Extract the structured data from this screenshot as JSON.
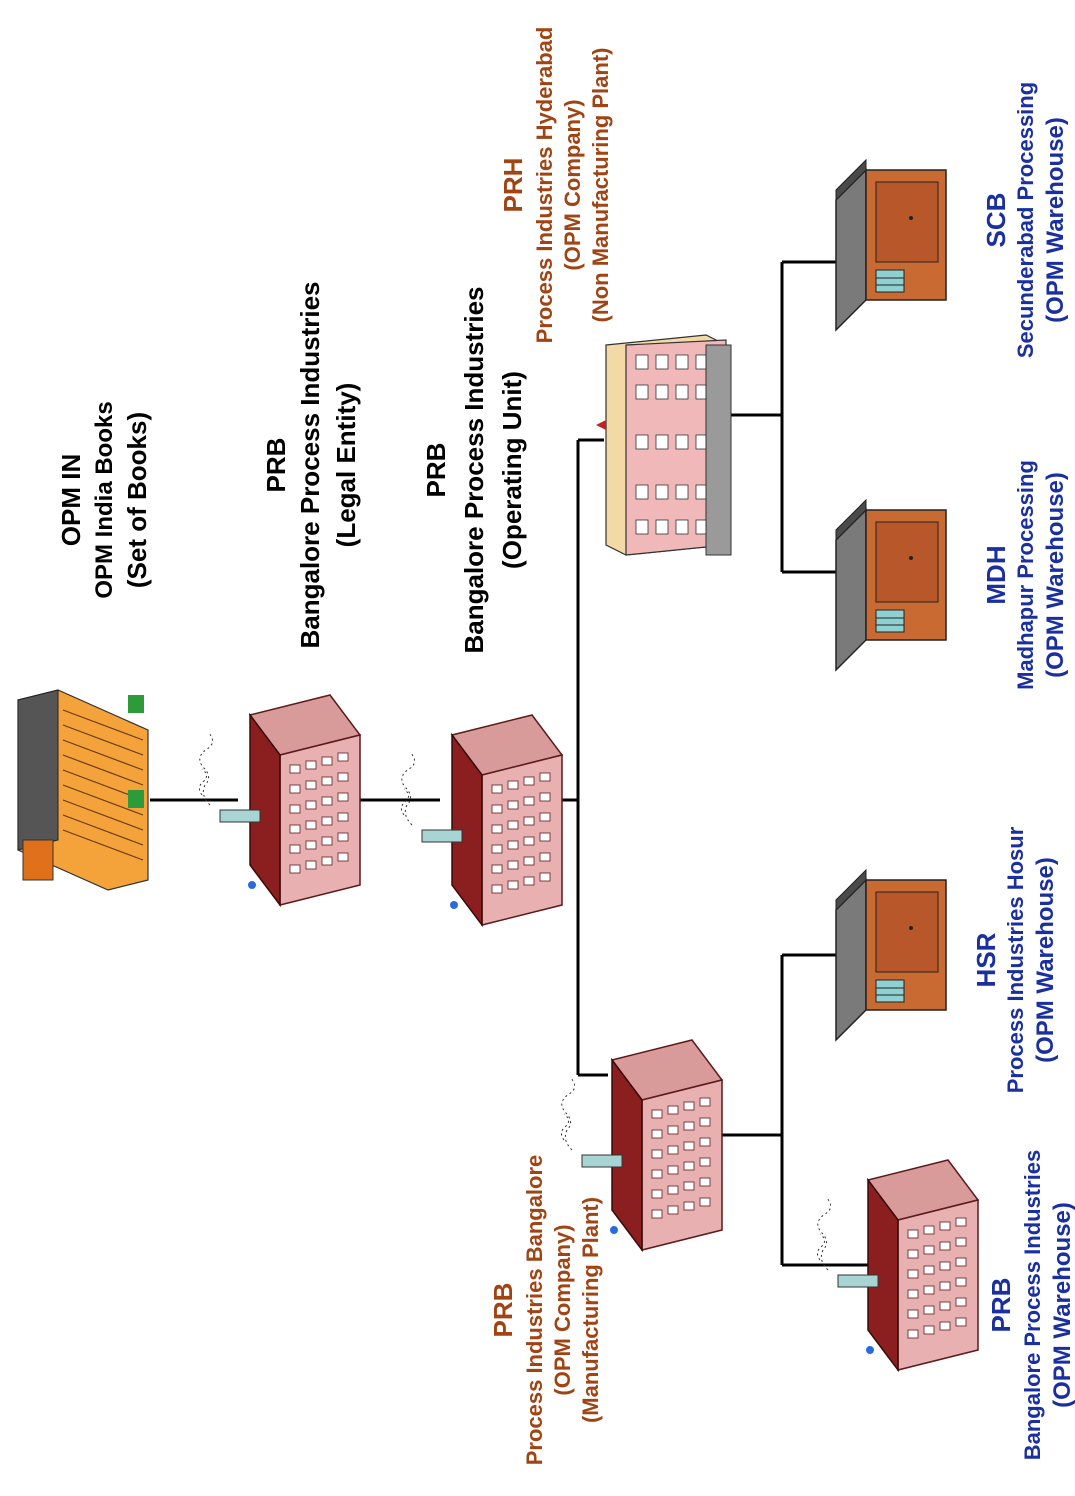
{
  "nodes": {
    "sob": {
      "code": "OPM IN",
      "name": "OPM India Books",
      "type": "(Set of Books)",
      "icon": "office-tower-icon"
    },
    "legal_entity": {
      "code": "PRB",
      "name": "Bangalore Process Industries",
      "type": "(Legal Entity)",
      "icon": "factory-icon"
    },
    "operating_unit": {
      "code": "PRB",
      "name": "Bangalore Process Industries",
      "type": "(Operating Unit)",
      "icon": "factory-icon"
    },
    "prh": {
      "code": "PRH",
      "name": "Process Industries Hyderabad",
      "type": "(OPM Company)",
      "subtype": "(Non Manufacturing Plant)",
      "icon": "office-building-icon"
    },
    "prb_company": {
      "code": "PRB",
      "name": "Process Industries Bangalore",
      "type": "(OPM Company)",
      "subtype": "(Manufacturing Plant)",
      "icon": "factory-icon"
    },
    "prb_wh": {
      "code": "PRB",
      "name": "Bangalore Process Industries",
      "type": "(OPM Warehouse)",
      "icon": "factory-icon"
    },
    "hsr": {
      "code": "HSR",
      "name": "Process Industries Hosur",
      "type": "(OPM Warehouse)",
      "icon": "warehouse-icon"
    },
    "mdh": {
      "code": "MDH",
      "name": "Madhapur Processing",
      "type": "(OPM Warehouse)",
      "icon": "warehouse-icon"
    },
    "scb": {
      "code": "SCB",
      "name": "Secunderabad Processing",
      "type": "(OPM Warehouse)",
      "icon": "warehouse-icon"
    }
  },
  "colors": {
    "black_label": "#000000",
    "company_label": "#a04414",
    "warehouse_label": "#1a2fa0",
    "connector": "#000000"
  }
}
